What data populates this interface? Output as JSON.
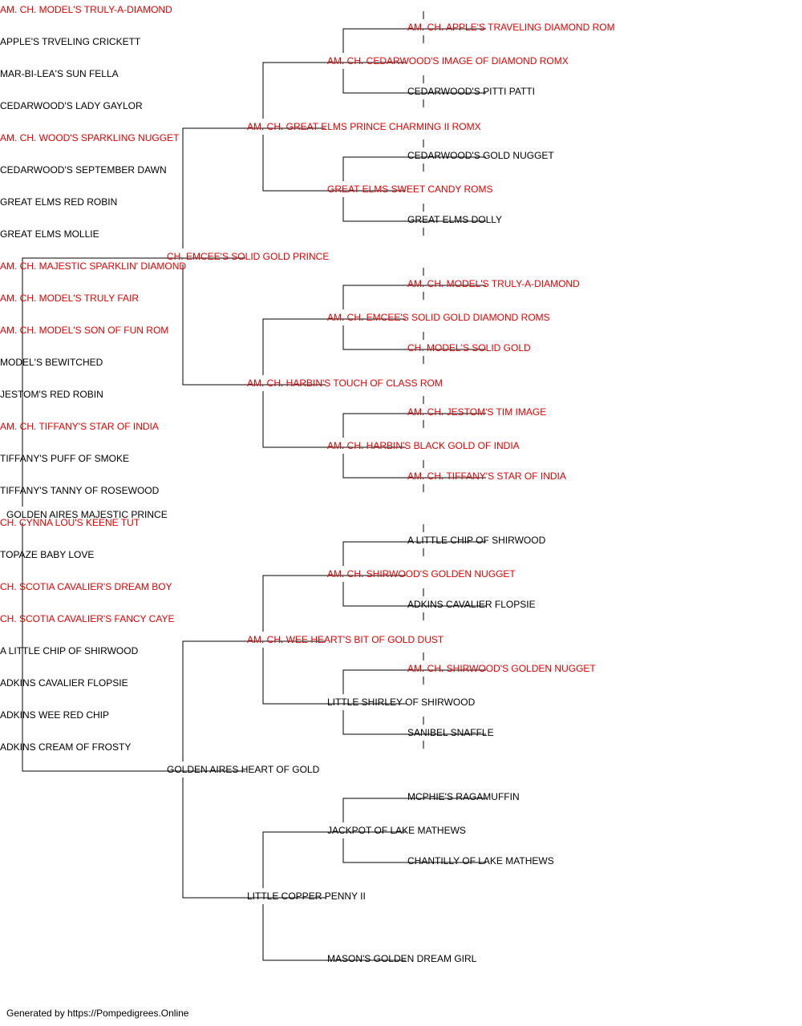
{
  "colors": {
    "champion": "#e60000",
    "normal": "#000000",
    "line": "#000000"
  },
  "pedigree": {
    "name": "GOLDEN AIRES MAJESTIC PRINCE",
    "champion": false,
    "sire": {
      "name": "CH. EMCEE'S SOLID GOLD PRINCE",
      "champion": true,
      "sire": {
        "name": "AM. CH. GREAT ELMS PRINCE CHARMING II ROMX",
        "champion": true,
        "sire": {
          "name": "AM. CH. CEDARWOOD'S IMAGE OF DIAMOND ROMX",
          "champion": true,
          "sire": {
            "name": "AM. CH. APPLE'S TRAVELING DIAMOND ROM",
            "champion": true,
            "sire": {
              "name": "AM. CH. MODEL'S TRULY-A-DIAMOND",
              "champion": true
            },
            "dam": {
              "name": "APPLE'S TRVELING CRICKETT",
              "champion": false
            }
          },
          "dam": {
            "name": "CEDARWOOD'S PITTI PATTI",
            "champion": false,
            "sire": {
              "name": "MAR-BI-LEA'S SUN FELLA",
              "champion": false
            },
            "dam": {
              "name": "CEDARWOOD'S LADY GAYLOR",
              "champion": false
            }
          }
        },
        "dam": {
          "name": "GREAT ELMS SWEET CANDY ROMS",
          "champion": true,
          "sire": {
            "name": "CEDARWOOD'S GOLD NUGGET",
            "champion": false,
            "sire": {
              "name": "AM. CH. WOOD'S SPARKLING NUGGET",
              "champion": true
            },
            "dam": {
              "name": "CEDARWOOD'S SEPTEMBER DAWN",
              "champion": false
            }
          },
          "dam": {
            "name": "GREAT ELMS DOLLY",
            "champion": false,
            "sire": {
              "name": "GREAT ELMS RED ROBIN",
              "champion": false
            },
            "dam": {
              "name": "GREAT ELMS MOLLIE",
              "champion": false
            }
          }
        }
      },
      "dam": {
        "name": "AM. CH. HARBIN'S TOUCH OF CLASS ROM",
        "champion": true,
        "sire": {
          "name": "AM. CH. EMCEE'S SOLID GOLD DIAMOND ROMS",
          "champion": true,
          "sire": {
            "name": "AM. CH. MODEL'S TRULY-A-DIAMOND",
            "champion": true,
            "sire": {
              "name": "AM. CH. MAJESTIC SPARKLIN' DIAMOND",
              "champion": true
            },
            "dam": {
              "name": "AM. CH. MODEL'S TRULY FAIR",
              "champion": true
            }
          },
          "dam": {
            "name": "CH. MODEL'S SOLID GOLD",
            "champion": true,
            "sire": {
              "name": "AM. CH. MODEL'S SON OF FUN ROM",
              "champion": true
            },
            "dam": {
              "name": "MODEL'S BEWITCHED",
              "champion": false
            }
          }
        },
        "dam": {
          "name": "AM. CH. HARBIN'S BLACK GOLD OF INDIA",
          "champion": true,
          "sire": {
            "name": "AM. CH. JESTOM'S TIM IMAGE",
            "champion": true,
            "sire": {
              "name": "JESTOM'S RED ROBIN",
              "champion": false
            },
            "dam": {
              "name": "AM. CH. TIFFANY'S STAR OF INDIA",
              "champion": true
            }
          },
          "dam": {
            "name": "AM. CH. TIFFANY'S STAR OF INDIA",
            "champion": true,
            "sire": {
              "name": "TIFFANY'S PUFF OF SMOKE",
              "champion": false
            },
            "dam": {
              "name": "TIFFANY'S TANNY OF ROSEWOOD",
              "champion": false
            }
          }
        }
      }
    },
    "dam": {
      "name": "GOLDEN AIRES HEART OF GOLD",
      "champion": false,
      "sire": {
        "name": "AM. CH. WEE HEART'S BIT OF GOLD DUST",
        "champion": true,
        "sire": {
          "name": "AM. CH. SHIRWOOD'S GOLDEN NUGGET",
          "champion": true,
          "sire": {
            "name": "A LITTLE CHIP OF SHIRWOOD",
            "champion": false,
            "sire": {
              "name": "CH. CYNNA LOU'S KEENE TUT",
              "champion": true
            },
            "dam": {
              "name": "TOPAZE BABY LOVE",
              "champion": false
            }
          },
          "dam": {
            "name": "ADKINS CAVALIER FLOPSIE",
            "champion": false,
            "sire": {
              "name": "CH. SCOTIA CAVALIER'S DREAM BOY",
              "champion": true
            },
            "dam": {
              "name": "CH. SCOTIA CAVALIER'S FANCY CAYE",
              "champion": true
            }
          }
        },
        "dam": {
          "name": "LITTLE SHIRLEY OF SHIRWOOD",
          "champion": false,
          "sire": {
            "name": "AM. CH. SHIRWOOD'S GOLDEN NUGGET",
            "champion": true,
            "sire": {
              "name": "A LITTLE CHIP OF SHIRWOOD",
              "champion": false
            },
            "dam": {
              "name": "ADKINS CAVALIER FLOPSIE",
              "champion": false
            }
          },
          "dam": {
            "name": "SANIBEL SNAFFLE",
            "champion": false,
            "sire": {
              "name": "ADKINS WEE RED CHIP",
              "champion": false
            },
            "dam": {
              "name": "ADKINS CREAM OF FROSTY",
              "champion": false
            }
          }
        }
      },
      "dam": {
        "name": "LITTLE COPPER PENNY II",
        "champion": false,
        "sire": {
          "name": "JACKPOT OF LAKE MATHEWS",
          "champion": false,
          "sire": {
            "name": "MCPHIE'S RAGAMUFFIN",
            "champion": false
          },
          "dam": {
            "name": "CHANTILLY OF LAKE MATHEWS",
            "champion": false
          }
        },
        "dam": {
          "name": "MASON'S GOLDEN DREAM GIRL",
          "champion": false
        }
      }
    }
  },
  "footer": "Generated by https://Pompedigrees.Online"
}
